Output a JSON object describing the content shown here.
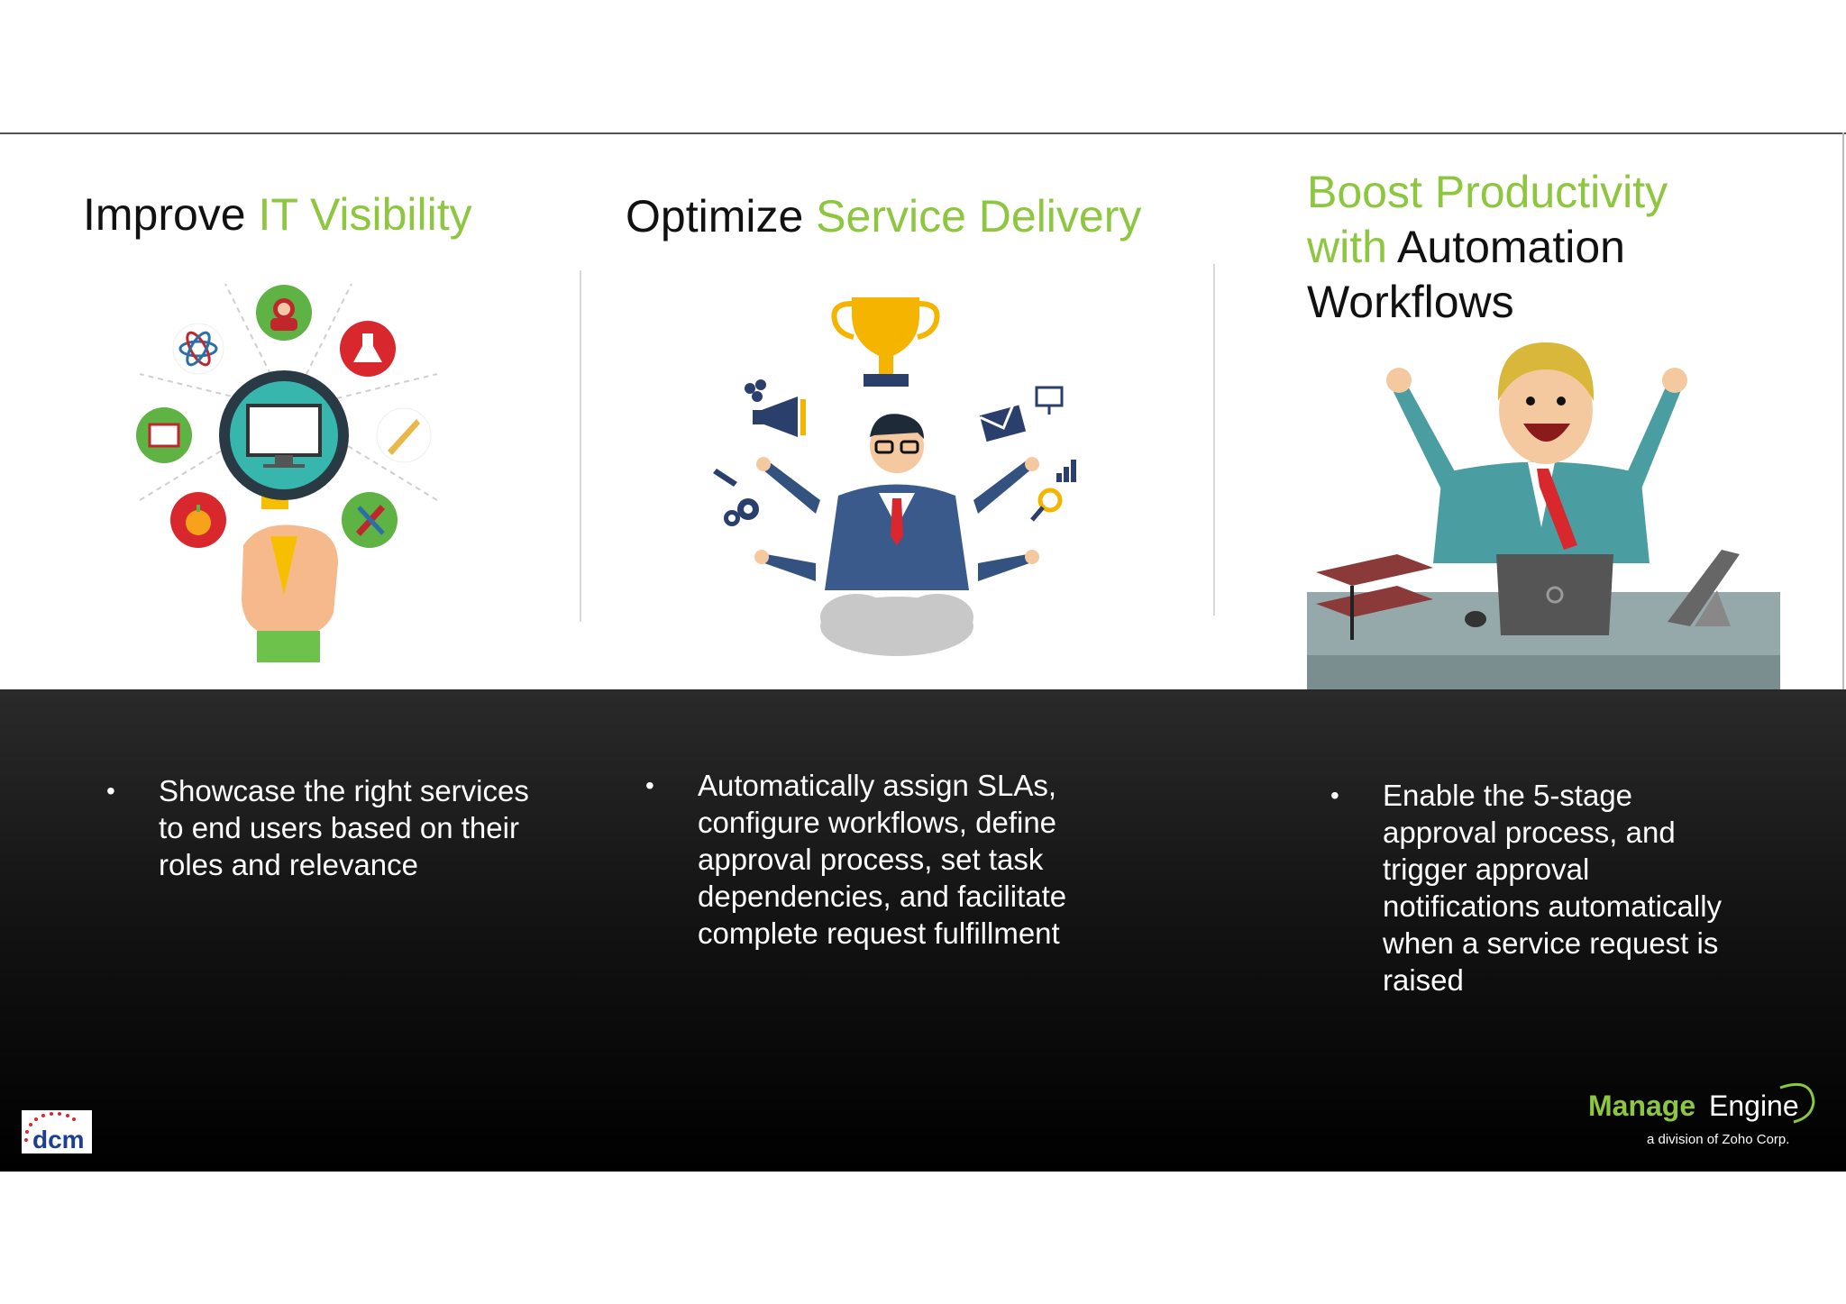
{
  "columns": [
    {
      "heading_part1": "Improve ",
      "heading_accent": "IT Visibility",
      "bullet": "Showcase the right services to end users based on their roles and relevance"
    },
    {
      "heading_part1": "Optimize ",
      "heading_accent": "Service Delivery",
      "bullet": "Automatically assign SLAs, configure workflows, define approval process, set task dependencies, and facilitate complete request fulfillment"
    },
    {
      "heading_accent1": "Boost Productivity",
      "heading_accent2": "with",
      "heading_part2": " Automation",
      "heading_part3": "Workflows",
      "bullet": "Enable the 5-stage approval process, and trigger approval notifications automatically when a service request is raised"
    }
  ],
  "logos": {
    "left": "dcm",
    "right_brand_bold": "Manage",
    "right_brand_regular": "Engine",
    "right_tagline": "a division of Zoho Corp."
  },
  "colors": {
    "accent": "#8dc63f",
    "heading_text": "#111111",
    "bullet_text": "#ffffff",
    "dark_panel": "#141414"
  },
  "icons": [
    "magnifier-monitor-icon",
    "atom-icon",
    "avatar-icon",
    "flask-icon",
    "book-icon",
    "ruler-icon",
    "apple-icon",
    "paint-tools-icon",
    "trophy-icon",
    "businessman-icon",
    "megaphone-icon",
    "gears-icon",
    "envelope-icon",
    "presentation-icon",
    "chart-icon",
    "happy-worker-icon",
    "laptop-icon"
  ]
}
